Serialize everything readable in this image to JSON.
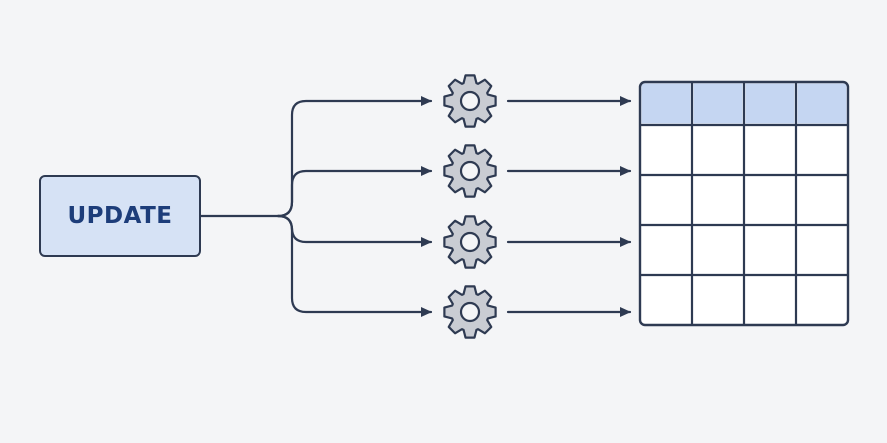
{
  "diagram": {
    "source": {
      "label": "UPDATE",
      "icon": "update-operation"
    },
    "branch_count": 4,
    "worker_icon": "gear-icon",
    "target": {
      "icon": "table-icon",
      "columns": 4,
      "data_rows": 4,
      "has_header_row": true
    }
  },
  "colors": {
    "background": "#f4f5f7",
    "stroke": "#2e3a52",
    "source_fill": "#d6e2f5",
    "source_text": "#1d3d7a",
    "gear_fill": "#c9ccd3",
    "gear_hole": "#f4f5f7",
    "table_header_fill": "#c5d6f2",
    "table_cell_fill": "#ffffff"
  }
}
